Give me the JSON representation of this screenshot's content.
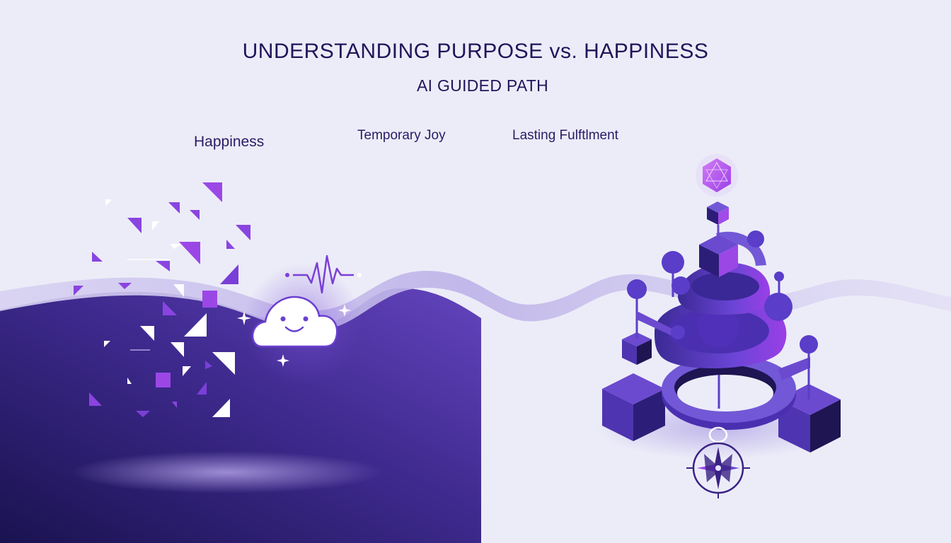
{
  "header": {
    "title": "UNDERSTANDING PURPOSE vs. HAPPINESS",
    "subtitle": "AI GUIDED PATH"
  },
  "labels": {
    "happiness": "Happiness",
    "temporary_joy": "Temporary Joy",
    "lasting_fulfillment": "Lasting Fulftlment"
  },
  "left_panel": {
    "theme": "happiness",
    "icons": [
      "shattering-fragments",
      "smiling-cloud-icon",
      "heartbeat-line-icon",
      "sparkle-icon"
    ]
  },
  "right_panel": {
    "theme": "purpose",
    "icons": [
      "spiral-tower",
      "gem-icon",
      "compass-icon"
    ]
  },
  "colors": {
    "background": "#ECECF8",
    "text": "#22145A",
    "panel_dark": "#1E1552",
    "panel_light": "#5E3DB8",
    "accent": "#9B3FE8",
    "wave": "#C9C0EC"
  }
}
